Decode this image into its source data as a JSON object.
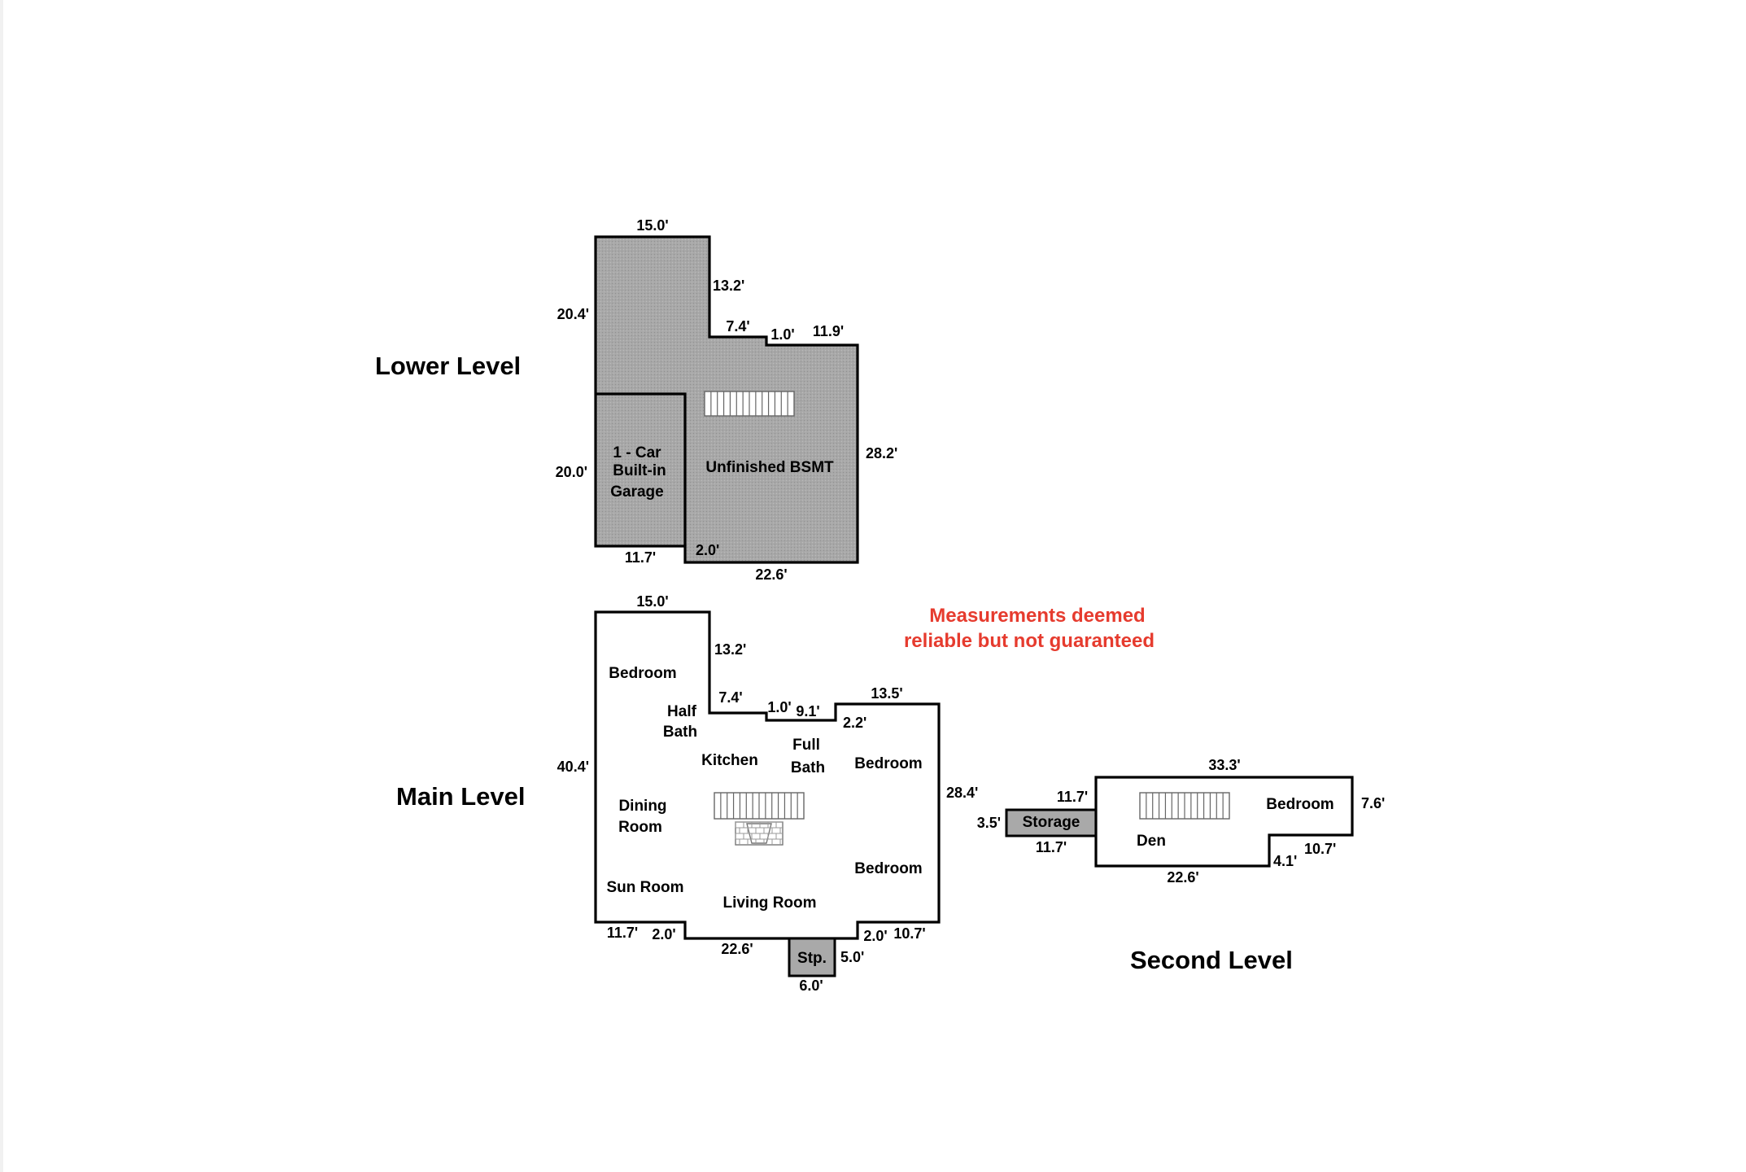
{
  "levels": {
    "lower": "Lower Level",
    "main": "Main Level",
    "second": "Second Level"
  },
  "note": {
    "line1": "Measurements deemed",
    "line2": "reliable but not guaranteed"
  },
  "lower": {
    "rooms": {
      "garage_l1": "1 - Car",
      "garage_l2": "Built-in",
      "garage_l3": "Garage",
      "basement": "Unfinished BSMT"
    },
    "dims": {
      "top": "15.0'",
      "right_upper": "13.2'",
      "step1": "7.4'",
      "step2": "1.0'",
      "step3": "11.9'",
      "left_upper": "20.4'",
      "left_lower": "20.0'",
      "right": "28.2'",
      "garage_bottom": "11.7'",
      "offset": "2.0'",
      "bottom": "22.6'"
    }
  },
  "main": {
    "rooms": {
      "bedroom_nw": "Bedroom",
      "half_bath_1": "Half",
      "half_bath_2": "Bath",
      "kitchen": "Kitchen",
      "full_bath_1": "Full",
      "full_bath_2": "Bath",
      "bedroom_ne": "Bedroom",
      "dining_1": "Dining",
      "dining_2": "Room",
      "bedroom_se": "Bedroom",
      "sun_room": "Sun Room",
      "living_room": "Living Room",
      "stoop": "Stp."
    },
    "dims": {
      "top": "15.0'",
      "right_upper": "13.2'",
      "step1": "7.4'",
      "step2": "1.0'",
      "step3": "9.1'",
      "step4": "2.2'",
      "top_right": "13.5'",
      "left": "40.4'",
      "right": "28.4'",
      "bottom_left": "11.7'",
      "offset_left": "2.0'",
      "bottom": "22.6'",
      "offset_right": "2.0'",
      "bottom_right": "10.7'",
      "stoop_side": "5.0'",
      "stoop_width": "6.0'"
    }
  },
  "second": {
    "rooms": {
      "storage": "Storage",
      "bedroom": "Bedroom",
      "den": "Den"
    },
    "dims": {
      "top": "33.3'",
      "right": "7.6'",
      "storage_top": "11.7'",
      "storage_side": "3.5'",
      "storage_bottom": "11.7'",
      "step_side": "4.1'",
      "step_top": "10.7'",
      "bottom": "22.6'"
    }
  }
}
